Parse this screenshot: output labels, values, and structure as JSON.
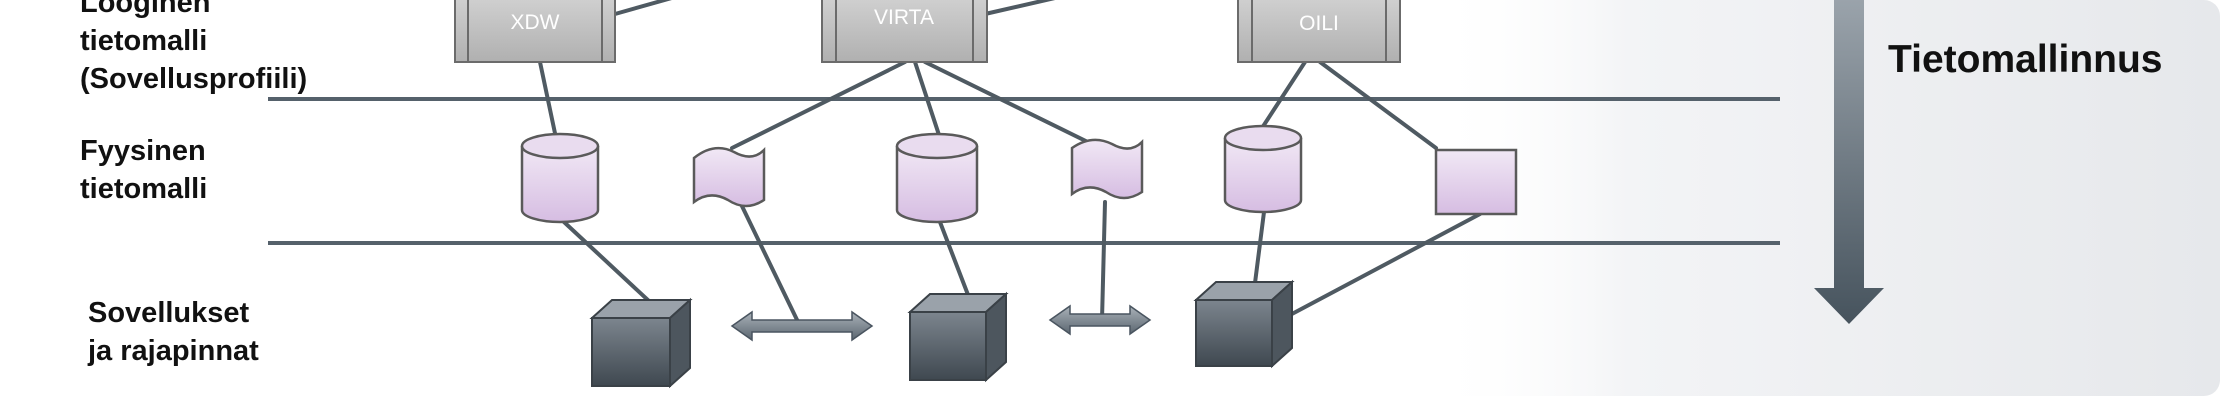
{
  "layers": {
    "logical": {
      "line1": "Looginen",
      "line2": "tietomalli",
      "line3": "(Sovellusprofiili)"
    },
    "physical": {
      "line1": "Fyysinen",
      "line2": "tietomalli"
    },
    "applications": {
      "line1": "Sovellukset",
      "line2": "ja rajapinnat"
    }
  },
  "systems": {
    "xdw": "XDW",
    "virta": "VIRTA",
    "oili": "OILI"
  },
  "process": {
    "label": "Tietomallinnus"
  },
  "colors": {
    "system_box": "#c4c4c4",
    "storage_fill": "#dcc6e6",
    "cube_front": "#5e6670",
    "line": "#4f5a62",
    "arrow": "#4f5c66"
  }
}
